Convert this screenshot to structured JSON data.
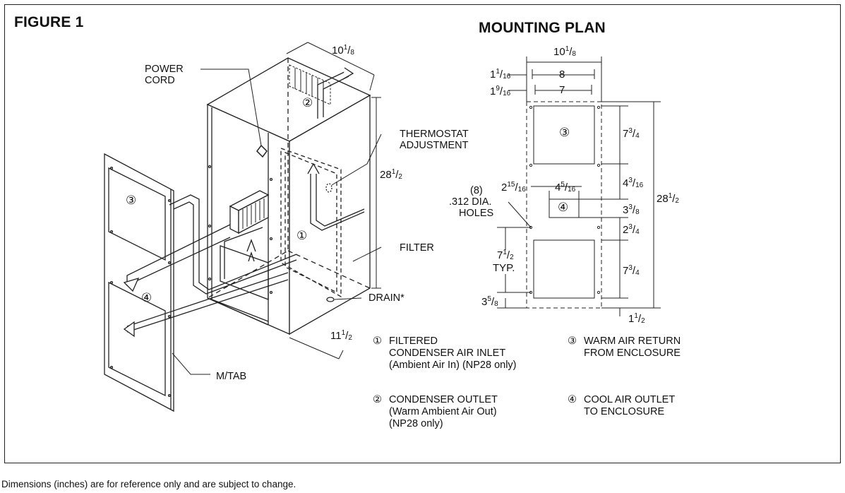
{
  "titles": {
    "figure": "FIGURE 1",
    "plan": "MOUNTING PLAN"
  },
  "iso_labels": {
    "power_cord_1": "POWER",
    "power_cord_2": "CORD",
    "thermostat_1": "THERMOSTAT",
    "thermostat_2": "ADJUSTMENT",
    "filter": "FILTER",
    "drain": "DRAIN*",
    "mtab": "M/TAB"
  },
  "iso_dims": {
    "width_top": {
      "whole": "10",
      "num": "1",
      "den": "8"
    },
    "height": {
      "whole": "28",
      "num": "1",
      "den": "2"
    },
    "depth": {
      "whole": "11",
      "num": "1",
      "den": "2"
    }
  },
  "circled": {
    "n1": "①",
    "n2": "②",
    "n3": "③",
    "n4": "④"
  },
  "plan_dims": {
    "overall_width": {
      "whole": "10",
      "num": "1",
      "den": "8"
    },
    "eight": "8",
    "seven": "7",
    "offset_a": {
      "whole": "1",
      "num": "1",
      "den": "16"
    },
    "offset_b": {
      "whole": "1",
      "num": "9",
      "den": "16"
    },
    "upper_cutout": {
      "whole": "7",
      "num": "3",
      "den": "4"
    },
    "gap_3_16": {
      "whole": "4",
      "num": "3",
      "den": "16"
    },
    "overall_height": {
      "whole": "28",
      "num": "1",
      "den": "2"
    },
    "left_215": {
      "whole": "2",
      "num": "15",
      "den": "16"
    },
    "small_445": {
      "whole": "4",
      "num": "5",
      "den": "16"
    },
    "small_338": {
      "whole": "3",
      "num": "3",
      "den": "8"
    },
    "gap_234": {
      "whole": "2",
      "num": "3",
      "den": "4"
    },
    "lower_cutout": {
      "whole": "7",
      "num": "3",
      "den": "4"
    },
    "typ_712": {
      "whole": "7",
      "num": "1",
      "den": "2"
    },
    "typ": "TYP.",
    "bottom_358": {
      "whole": "3",
      "num": "5",
      "den": "8"
    },
    "bottom_112": {
      "whole": "1",
      "num": "1",
      "den": "2"
    }
  },
  "holes_label": {
    "l1": "(8)",
    "l2": ".312 DIA.",
    "l3": "HOLES"
  },
  "legend": [
    {
      "num": "①",
      "lines": [
        "FILTERED",
        "CONDENSER AIR INLET",
        "(Ambient Air In) (NP28 only)"
      ]
    },
    {
      "num": "②",
      "lines": [
        "CONDENSER OUTLET",
        "(Warm Ambient Air Out)",
        "(NP28 only)"
      ]
    },
    {
      "num": "③",
      "lines": [
        "WARM AIR RETURN",
        "FROM ENCLOSURE"
      ]
    },
    {
      "num": "④",
      "lines": [
        "COOL AIR OUTLET",
        "TO ENCLOSURE"
      ]
    }
  ],
  "footnote": "Dimensions (inches) are for reference only and are subject to change."
}
